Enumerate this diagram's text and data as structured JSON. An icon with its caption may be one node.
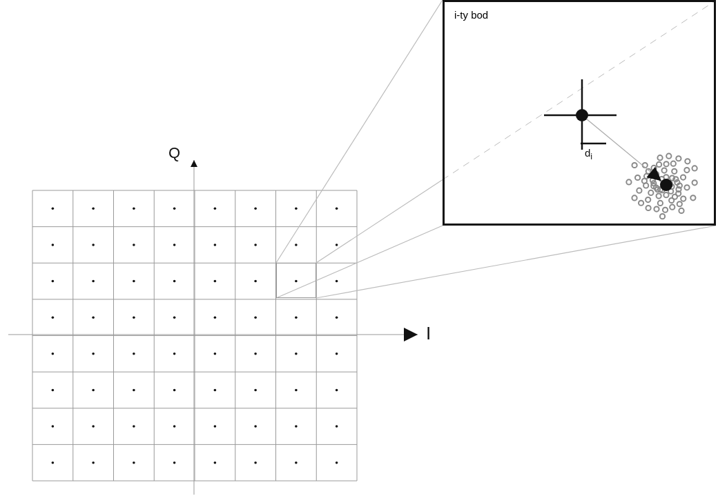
{
  "diagram": {
    "nodes": [
      {
        "text": [
          "i-ty bod"
        ]
      },
      {
        "text": [],
        "shape": "box"
      },
      {
        "text": [],
        "shape": "circle",
        "in": 0
      },
      {
        "text": [],
        "shape": "circle",
        "in": 0
      }
    ],
    "edges": [
      {
        "from": 1,
        "to": 0,
        "arrow": "none"
      },
      {
        "from": 1,
        "to": 0,
        "arrow": "none"
      },
      {
        "from": 1,
        "to": 0,
        "arrow": "none"
      },
      {
        "from": 1,
        "to": 0,
        "arrow": "none"
      },
      {
        "from": 2,
        "to": 3,
        "arrow": "to"
      }
    ],
    "labels": [
      "Q",
      "I",
      "d$_{i}$"
    ]
  }
}
